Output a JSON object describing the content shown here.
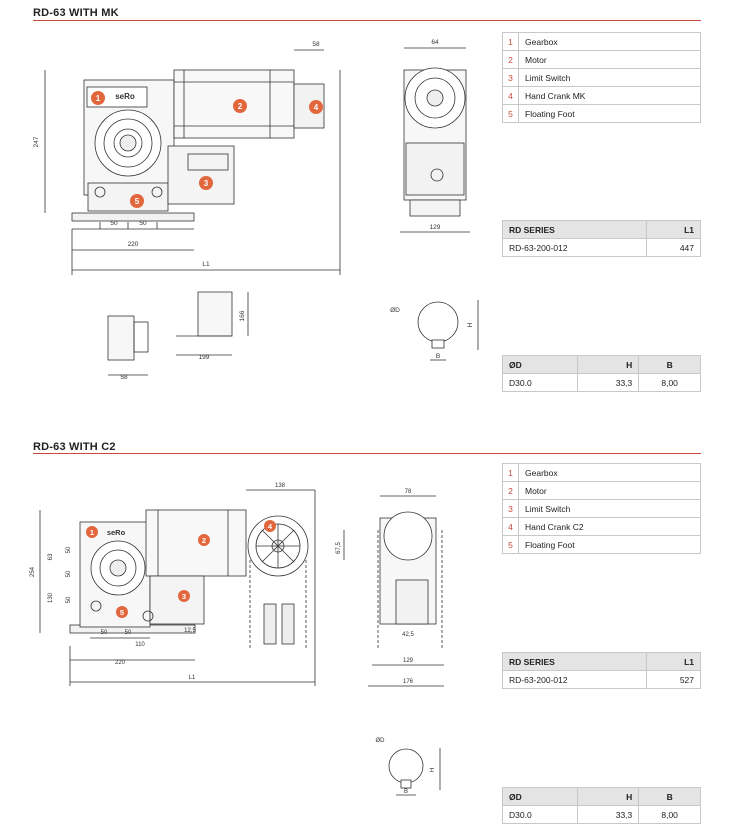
{
  "sections": [
    {
      "title": "RD-63 WITH MK",
      "parts": [
        {
          "num": "1",
          "name": "Gearbox"
        },
        {
          "num": "2",
          "name": "Motor"
        },
        {
          "num": "3",
          "name": "Limit Switch"
        },
        {
          "num": "4",
          "name": "Hand Crank MK"
        },
        {
          "num": "5",
          "name": "Floating Foot"
        }
      ],
      "series_table": {
        "headers": [
          "RD SERIES",
          "L1"
        ],
        "rows": [
          [
            "RD-63-200-012",
            "447"
          ]
        ]
      },
      "shaft_table": {
        "headers": [
          "ØD",
          "H",
          "B"
        ],
        "rows": [
          [
            "D30.0",
            "33,3",
            "8,00"
          ]
        ]
      },
      "dims": {
        "d58": "58",
        "d247": "247",
        "d64": "64",
        "d50a": "50",
        "d50b": "50",
        "d220": "220",
        "dL1": "L1",
        "d129": "129",
        "d166": "166",
        "d199": "199",
        "d58b": "58",
        "dOD": "ØD",
        "dH": "H",
        "dB": "B"
      }
    },
    {
      "title": "RD-63 WITH C2",
      "parts": [
        {
          "num": "1",
          "name": "Gearbox"
        },
        {
          "num": "2",
          "name": "Motor"
        },
        {
          "num": "3",
          "name": "Limit Switch"
        },
        {
          "num": "4",
          "name": "Hand Crank C2"
        },
        {
          "num": "5",
          "name": "Floating Foot"
        }
      ],
      "series_table": {
        "headers": [
          "RD SERIES",
          "L1"
        ],
        "rows": [
          [
            "RD-63-200-012",
            "527"
          ]
        ]
      },
      "shaft_table": {
        "headers": [
          "ØD",
          "H",
          "B"
        ],
        "rows": [
          [
            "D30.0",
            "33,3",
            "8,00"
          ]
        ]
      },
      "dims": {
        "d138": "138",
        "d254": "254",
        "d63": "63",
        "d50a": "50",
        "d50b": "50",
        "d130": "130",
        "d50c": "50",
        "d12_5": "12,5",
        "d110": "110",
        "d220": "220",
        "dL1": "L1",
        "d78": "78",
        "d67_5": "67,5",
        "d42_5": "42,5",
        "d129": "129",
        "d176": "176",
        "dOD": "ØD",
        "dH": "H",
        "dB": "B"
      }
    }
  ],
  "brand": "seRo",
  "colors": {
    "accent": "#c9483b",
    "line": "#333333",
    "fill": "#f2f2f2",
    "callout": "#e2673d"
  }
}
